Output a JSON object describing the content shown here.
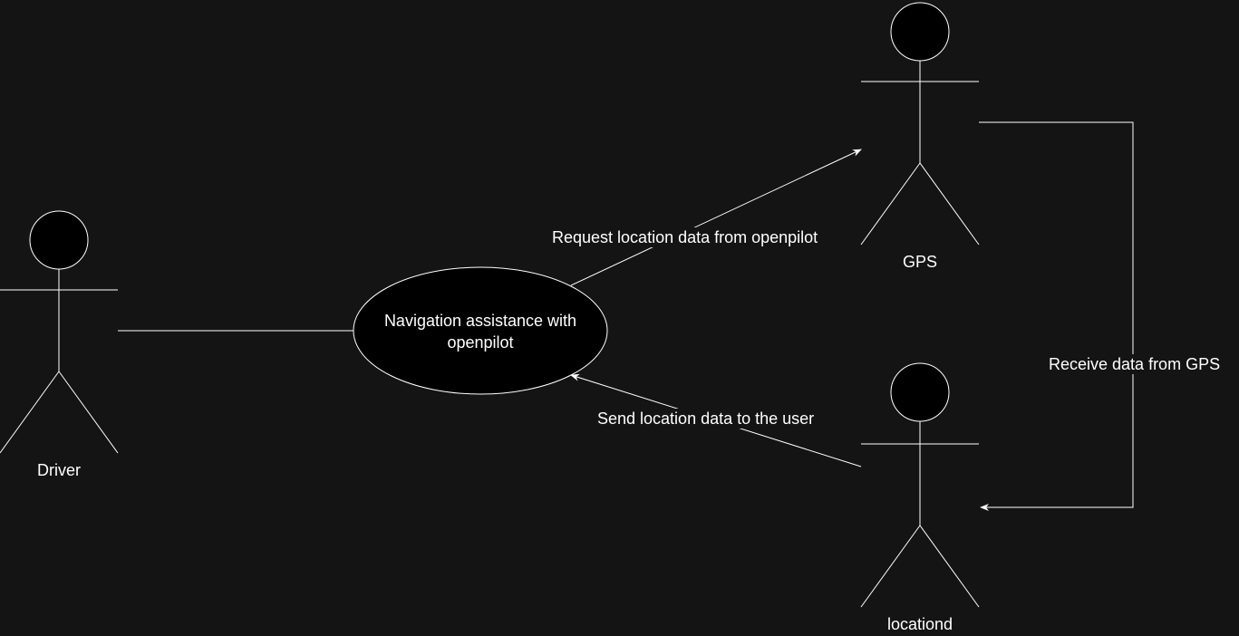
{
  "diagram": {
    "type": "use-case",
    "actors": [
      {
        "id": "driver",
        "label": "Driver"
      },
      {
        "id": "gps",
        "label": "GPS"
      },
      {
        "id": "locationd",
        "label": "locationd"
      }
    ],
    "use_cases": [
      {
        "id": "navigation",
        "label": "Navigation assistance with openpilot"
      }
    ],
    "edges": [
      {
        "id": "driver-navigation",
        "from": "driver",
        "to": "navigation",
        "label": ""
      },
      {
        "id": "request-location",
        "from": "navigation",
        "to": "gps",
        "label": "Request location data from openpilot"
      },
      {
        "id": "send-location",
        "from": "locationd",
        "to": "navigation",
        "label": "Send location data to the user"
      },
      {
        "id": "receive-gps",
        "from": "gps",
        "to": "locationd",
        "label": "Receive data from GPS"
      }
    ],
    "colors": {
      "background": "#141414",
      "stroke": "#ffffff",
      "usecase_fill": "#000000",
      "actor_head_fill": "#000000"
    }
  }
}
